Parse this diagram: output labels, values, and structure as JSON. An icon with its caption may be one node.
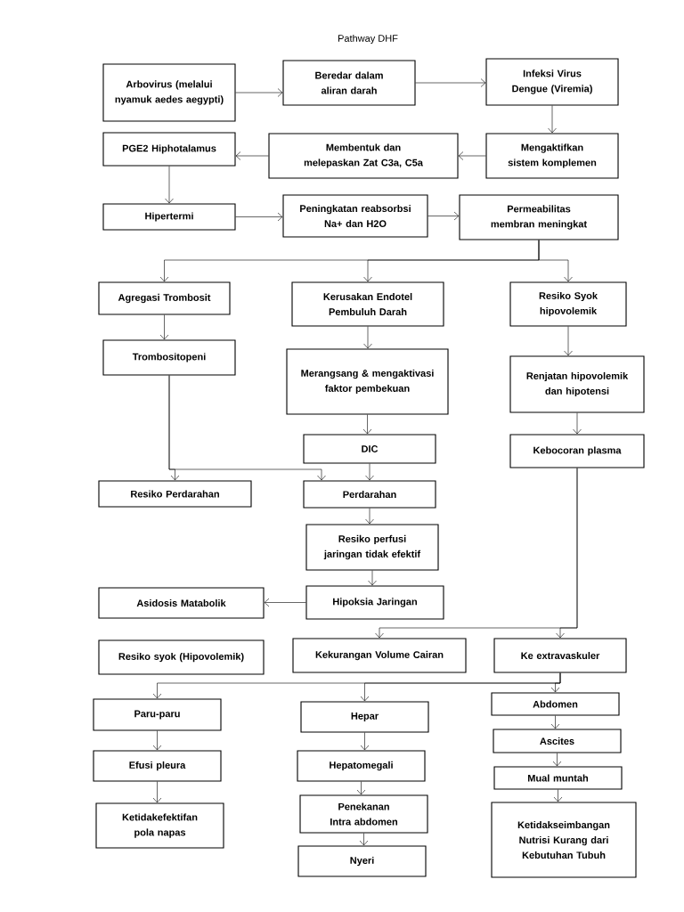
{
  "diagram": {
    "title": "Pathway DHF",
    "nodes": [
      {
        "text": [
          "Arbovirus (melalui nyamuk aedes aegypti)"
        ]
      },
      {
        "text": [
          "Beredar dalam aliran darah"
        ]
      },
      {
        "text": [
          "Infeksi Virus Dengue (Viremia)"
        ]
      },
      {
        "text": [
          "Mengaktifkan sistem komplemen"
        ]
      },
      {
        "text": [
          "Membentuk dan melepaskan Zat C3a, C5a"
        ]
      },
      {
        "text": [
          "PGE2 Hiphotalamus"
        ]
      },
      {
        "text": [
          "Hipertermi"
        ]
      },
      {
        "text": [
          "Peningkatan reabsorbsi Na+ dan H2O"
        ]
      },
      {
        "text": [
          "Permeabilitas membran meningkat"
        ]
      },
      {
        "text": [
          "Agregasi Trombosit"
        ]
      },
      {
        "text": [
          "Kerusakan Endotel Pembuluh Darah"
        ]
      },
      {
        "text": [
          "Resiko Syok hipovolemik"
        ]
      },
      {
        "text": [
          "Trombositopeni"
        ]
      },
      {
        "text": [
          "Merangsang & mengaktivasi faktor pembekuan"
        ]
      },
      {
        "text": [
          "Renjatan hipovolemik dan hipotensi"
        ]
      },
      {
        "text": [
          "DIC"
        ]
      },
      {
        "text": [
          "Kebocoran plasma"
        ]
      },
      {
        "text": [
          "Resiko Perdarahan"
        ]
      },
      {
        "text": [
          "Perdarahan"
        ]
      },
      {
        "text": [
          "Resiko perfusi jaringan tidak efektif"
        ]
      },
      {
        "text": [
          "Asidosis Matabolik"
        ]
      },
      {
        "text": [
          "Hipoksia Jaringan"
        ]
      },
      {
        "text": [
          "Resiko syok (Hipovolemik)"
        ]
      },
      {
        "text": [
          "Kekurangan Volume Cairan"
        ]
      },
      {
        "text": [
          "Ke extravaskuler"
        ]
      },
      {
        "text": [
          "Paru-paru"
        ]
      },
      {
        "text": [
          "Efusi pleura"
        ]
      },
      {
        "text": [
          "Ketidakefektifan pola napas"
        ]
      },
      {
        "text": [
          "Hepar"
        ]
      },
      {
        "text": [
          "Hepatomegali"
        ]
      },
      {
        "text": [
          "Penekanan Intra abdomen"
        ]
      },
      {
        "text": [
          "Nyeri"
        ]
      },
      {
        "text": [
          "Abdomen"
        ]
      },
      {
        "text": [
          "Ascites"
        ]
      },
      {
        "text": [
          "Mual muntah"
        ]
      },
      {
        "text": [
          "Ketidakseimbangan Nutrisi Kurang dari Kebutuhan Tubuh"
        ]
      }
    ],
    "edges": [
      {
        "from": 0,
        "to": 1,
        "arrow": "to"
      },
      {
        "from": 1,
        "to": 2,
        "arrow": "to"
      },
      {
        "from": 2,
        "to": 3,
        "arrow": "to"
      },
      {
        "from": 3,
        "to": 4,
        "arrow": "to"
      },
      {
        "from": 4,
        "to": 5,
        "arrow": "to"
      },
      {
        "from": 5,
        "to": 6,
        "arrow": "to"
      },
      {
        "from": 6,
        "to": 7,
        "arrow": "to"
      },
      {
        "from": 7,
        "to": 8,
        "arrow": "to"
      },
      {
        "from": 8,
        "to": 9,
        "arrow": "to"
      },
      {
        "from": 8,
        "to": 10,
        "arrow": "to"
      },
      {
        "from": 8,
        "to": 11,
        "arrow": "to"
      },
      {
        "from": 9,
        "to": 12,
        "arrow": "to"
      },
      {
        "from": 10,
        "to": 13,
        "arrow": "to"
      },
      {
        "from": 11,
        "to": 14,
        "arrow": "to"
      },
      {
        "from": 13,
        "to": 15,
        "arrow": "to"
      },
      {
        "from": 14,
        "to": 16,
        "arrow": "to"
      },
      {
        "from": 12,
        "to": 17,
        "arrow": "to"
      },
      {
        "from": 12,
        "to": 18,
        "arrow": "to"
      },
      {
        "from": 15,
        "to": 18,
        "arrow": "to"
      },
      {
        "from": 18,
        "to": 19,
        "arrow": "to"
      },
      {
        "from": 19,
        "to": 21,
        "arrow": "to"
      },
      {
        "from": 21,
        "to": 20,
        "arrow": "to"
      },
      {
        "from": 16,
        "to": 23,
        "arrow": "to"
      },
      {
        "from": 16,
        "to": 24,
        "arrow": "to"
      },
      {
        "from": 24,
        "to": 25,
        "arrow": "to"
      },
      {
        "from": 24,
        "to": 28,
        "arrow": "to"
      },
      {
        "from": 24,
        "to": 32,
        "arrow": "to"
      },
      {
        "from": 25,
        "to": 26,
        "arrow": "to"
      },
      {
        "from": 26,
        "to": 27,
        "arrow": "to"
      },
      {
        "from": 28,
        "to": 29,
        "arrow": "to"
      },
      {
        "from": 29,
        "to": 30,
        "arrow": "to"
      },
      {
        "from": 30,
        "to": 31,
        "arrow": "to"
      },
      {
        "from": 32,
        "to": 33,
        "arrow": "to"
      },
      {
        "from": 33,
        "to": 34,
        "arrow": "to"
      },
      {
        "from": 34,
        "to": 35,
        "arrow": "to"
      }
    ]
  }
}
